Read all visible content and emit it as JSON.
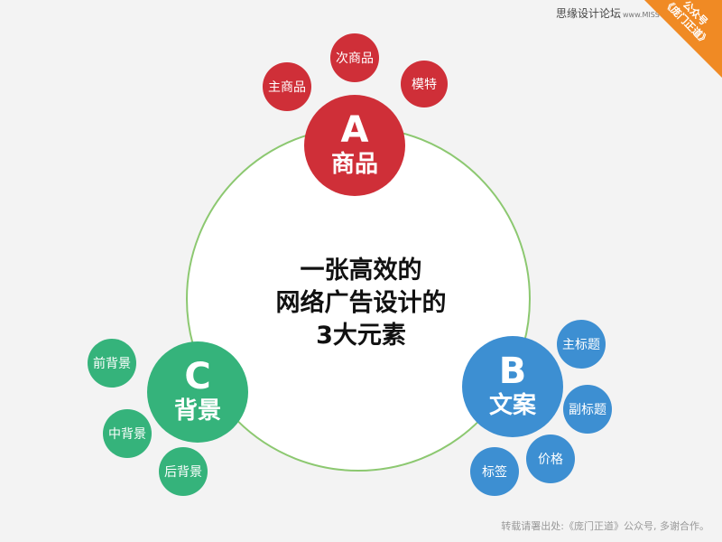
{
  "brand": {
    "name": "思缘设计论坛",
    "url_text": "www.MISSYUAN.COM"
  },
  "corner_badge": {
    "line1": "公众号",
    "line2": "《庞门正道》"
  },
  "center": {
    "line1": "一张高效的",
    "line2": "网络广告设计的",
    "line3": "3大元素"
  },
  "nodes": {
    "a": {
      "letter": "A",
      "label": "商品",
      "sub": [
        "主商品",
        "次商品",
        "模特"
      ]
    },
    "b": {
      "letter": "B",
      "label": "文案",
      "sub": [
        "主标题",
        "副标题",
        "价格",
        "标签"
      ]
    },
    "c": {
      "letter": "C",
      "label": "背景",
      "sub": [
        "前背景",
        "中背景",
        "后背景"
      ]
    }
  },
  "footer": "转载请署出处:《庞门正道》公众号, 多谢合作。",
  "colors": {
    "a": "#cf2f38",
    "b": "#3d8fd2",
    "c": "#35b37b",
    "ring": "#8cc870",
    "badge": "#f08a24"
  }
}
